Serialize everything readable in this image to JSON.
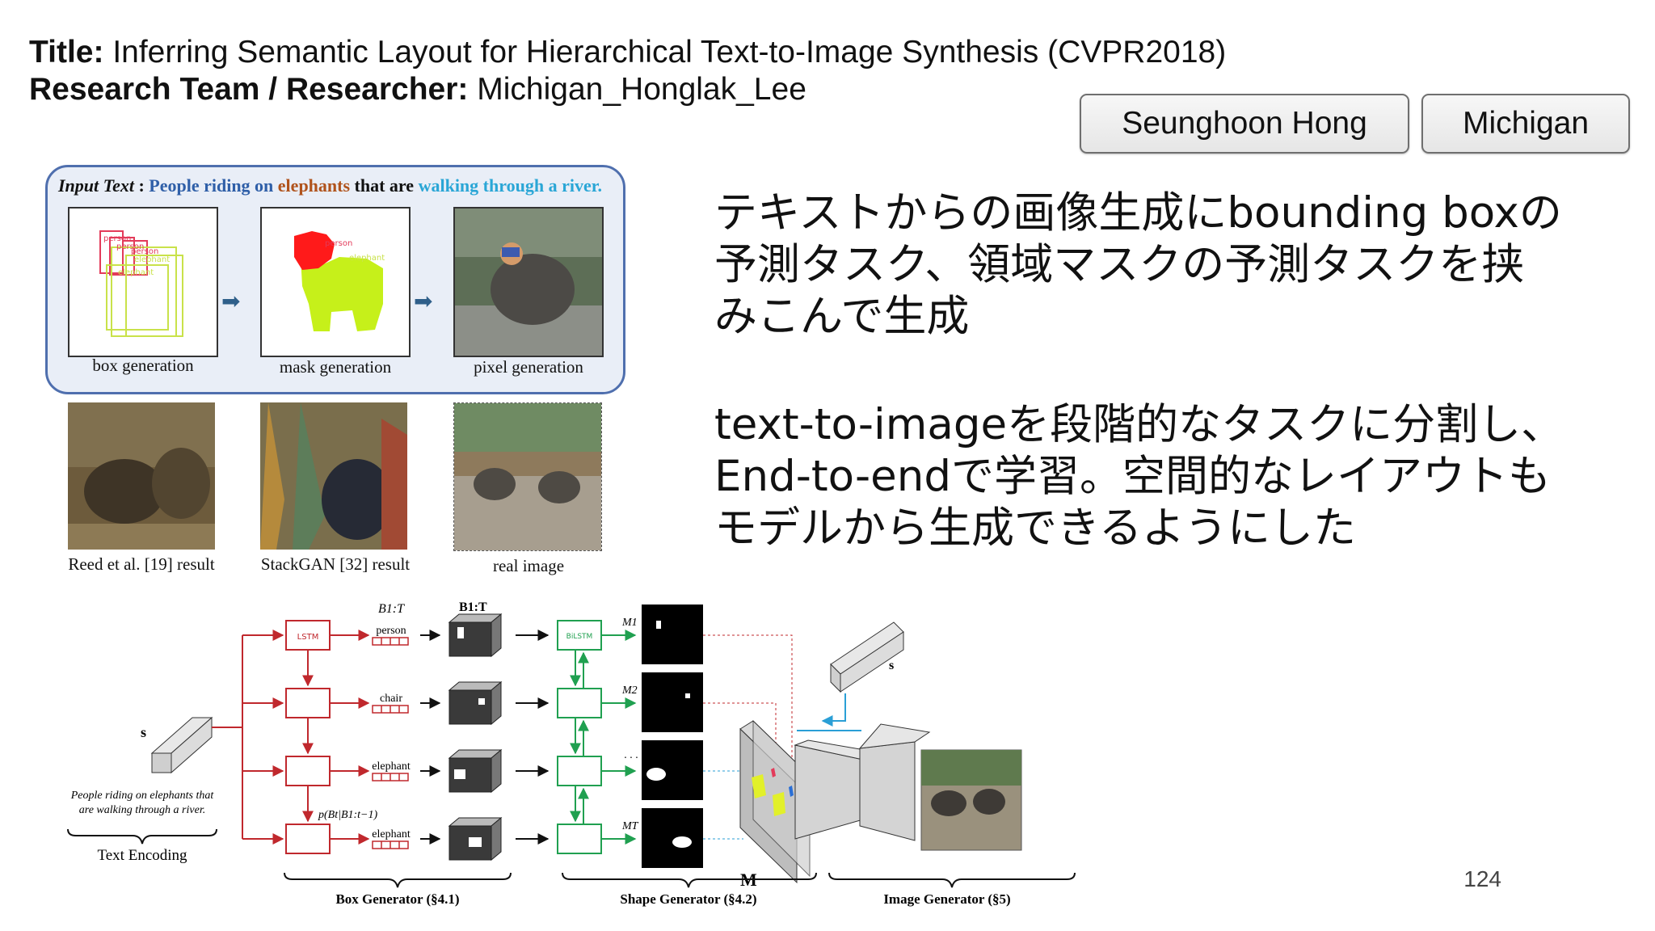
{
  "slide": {
    "title_label": "Title:",
    "title_text": "Inferring Semantic Layout for Hierarchical Text-to-Image Synthesis (CVPR2018)",
    "team_label": "Research Team / Researcher:",
    "team_text": "Michigan_Honglak_Lee",
    "tags": [
      "Seunghoon Hong",
      "Michigan"
    ],
    "page_number": "124"
  },
  "description": {
    "para1": [
      "テキストからの画像生成にbounding boxの",
      "予測タスク、領域マスクの予測タスクを挟",
      "みこんで生成"
    ],
    "para2": [
      "text-to-imageを段階的なタスクに分割し、",
      "End-to-endで学習。空間的なレイアウトも",
      "モデルから生成できるようにした"
    ]
  },
  "figure": {
    "input_label": "Input Text",
    "input_sep": " : ",
    "input_words": [
      "People riding on",
      " elephants",
      " that are",
      " walking through",
      " a river."
    ],
    "input_colors": [
      "#2f5fa8",
      "#b0531c",
      "#111111",
      "#2aa6d6",
      "#2aa6d6"
    ],
    "stage_captions": [
      "box generation",
      "mask generation",
      "pixel generation"
    ],
    "compare_captions": [
      "Reed et al. [19] result",
      "StackGAN [32] result",
      "real image"
    ],
    "box_labels": [
      "person",
      "person",
      "person",
      "elephant",
      "elephant"
    ],
    "mask_labels": [
      "person",
      "elephant"
    ]
  },
  "diagram": {
    "s_label": "s",
    "s2_label": "s",
    "text_input": [
      "People riding on elephants that",
      "are walking through a river."
    ],
    "text_encoding": "Text Encoding",
    "b_label": "B1:T",
    "b_bold_label": "B1:T",
    "lstm": "LSTM",
    "bilstm": "BiLSTM",
    "objects": [
      "person",
      "chair",
      "elephant",
      "elephant"
    ],
    "prob_label": "p(Bt|B1:t−1)",
    "mask_labels": [
      "M1",
      "M2",
      "· · ·",
      "MT"
    ],
    "m_bold": "M",
    "section_labels": [
      "Box Generator (§4.1)",
      "Shape Generator (§4.2)",
      "Image Generator (§5)"
    ]
  }
}
